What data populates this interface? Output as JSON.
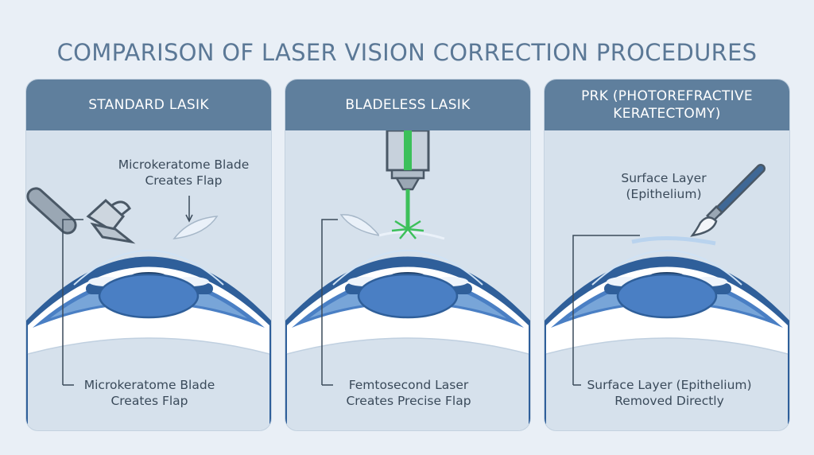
{
  "title": "COMPARISON OF LASER VISION CORRECTION PROCEDURES",
  "panels": [
    {
      "heading": "STANDARD LASIK",
      "top_label": [
        "Microkeratome Blade",
        "Creates Flap"
      ],
      "bottom_label": [
        "Microkeratome Blade",
        "Creates Flap"
      ],
      "tool_icon": "microkeratome-blade-icon"
    },
    {
      "heading": "BLADELESS LASIK",
      "bottom_label": [
        "Femtosecond Laser",
        "Creates Precise Flap"
      ],
      "tool_icon": "femtosecond-laser-icon"
    },
    {
      "heading_lines": [
        "PRK (PHOTOREFRACTIVE",
        "KERATECTOMY)"
      ],
      "top_label": [
        "Surface Layer",
        "(Epithelium)"
      ],
      "bottom_label": [
        "Surface Layer (Epithelium)",
        "Removed Directly"
      ],
      "tool_icon": "brush-icon"
    }
  ],
  "colors": {
    "title": "#5b7896",
    "header": "#5f7f9d",
    "panel": "#d6e1ec",
    "eye_blue": "#4a7fc4",
    "laser_green": "#3cc05a"
  }
}
